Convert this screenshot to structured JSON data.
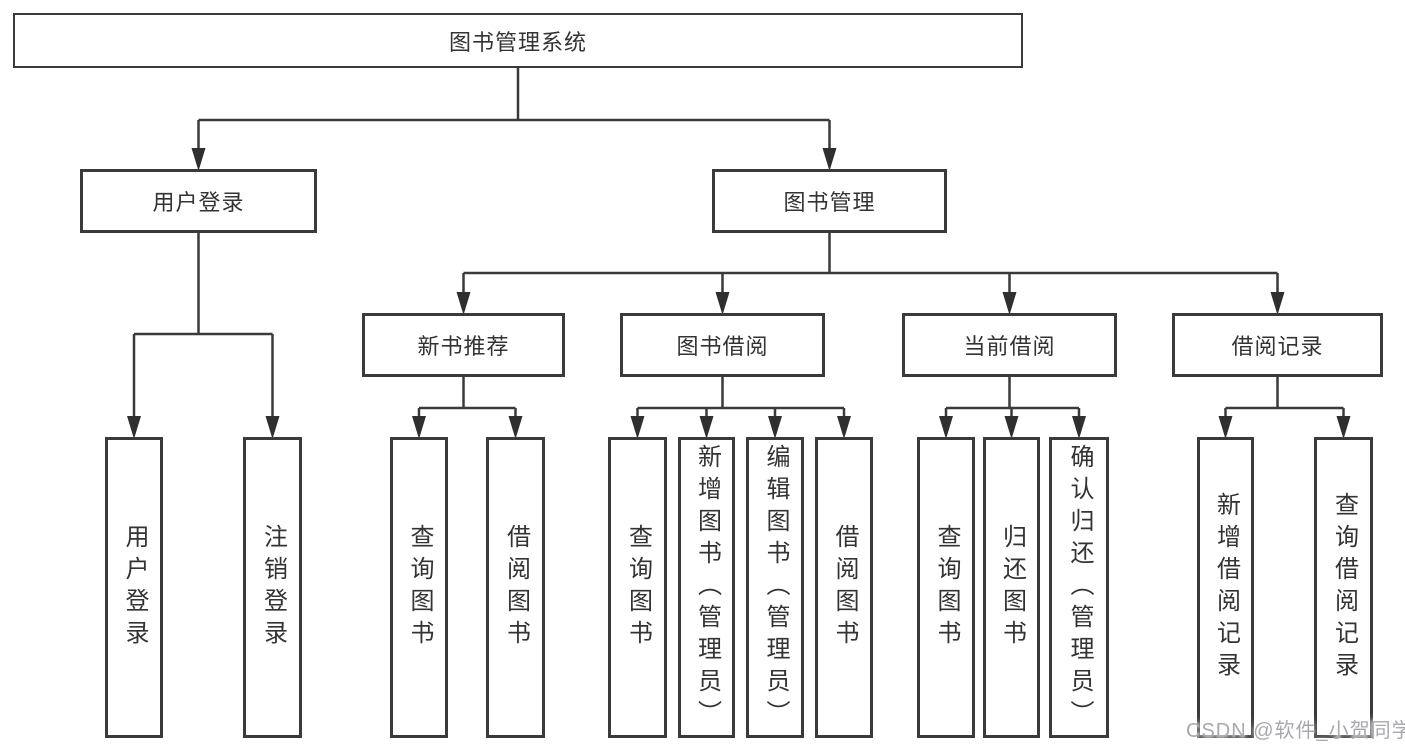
{
  "tree": {
    "root": {
      "label": "图书管理系统"
    },
    "branches": [
      {
        "label": "用户登录",
        "children": [
          {
            "label": "用户登录"
          },
          {
            "label": "注销登录"
          }
        ]
      },
      {
        "label": "图书管理",
        "children": [
          {
            "label": "新书推荐",
            "children": [
              {
                "label": "查询图书"
              },
              {
                "label": "借阅图书"
              }
            ]
          },
          {
            "label": "图书借阅",
            "children": [
              {
                "label": "查询图书"
              },
              {
                "label": "新增图书（管理员）"
              },
              {
                "label": "编辑图书（管理员）"
              },
              {
                "label": "借阅图书"
              }
            ]
          },
          {
            "label": "当前借阅",
            "children": [
              {
                "label": "查询图书"
              },
              {
                "label": "归还图书"
              },
              {
                "label": "确认归还（管理员）"
              }
            ]
          },
          {
            "label": "借阅记录",
            "children": [
              {
                "label": "新增借阅记录"
              },
              {
                "label": "查询借阅记录"
              }
            ]
          }
        ]
      }
    ]
  },
  "watermark": {
    "text": "CSDN @软件_小贺同学"
  },
  "colors": {
    "line": "#3a3a3a",
    "arrow": "#2f2f2f",
    "text": "#333333",
    "watermark": "#a8a8ad",
    "background": "#ffffff"
  }
}
